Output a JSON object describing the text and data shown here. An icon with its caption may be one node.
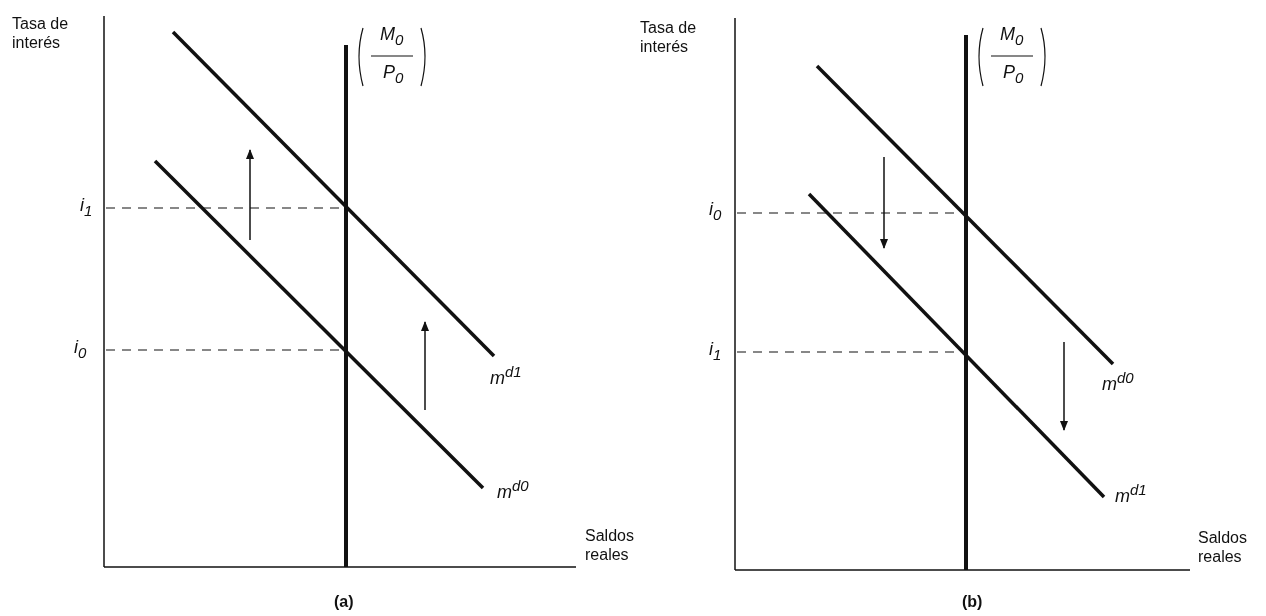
{
  "diagram": {
    "labels": [
      "Tasa de interés",
      "M$_{0}$",
      "P$_{0}$",
      "i$_{1}$",
      "i$_{0}$",
      "m$^{d1}$",
      "m$^{d0}$",
      "Saldos reales",
      "(a)",
      "Tasa de interés",
      "M$_{0}$",
      "P$_{0}$",
      "i$_{0}$",
      "i$_{1}$",
      "m$^{d0}$",
      "m$^{d1}$",
      "Saldos reales",
      "(b)"
    ]
  }
}
